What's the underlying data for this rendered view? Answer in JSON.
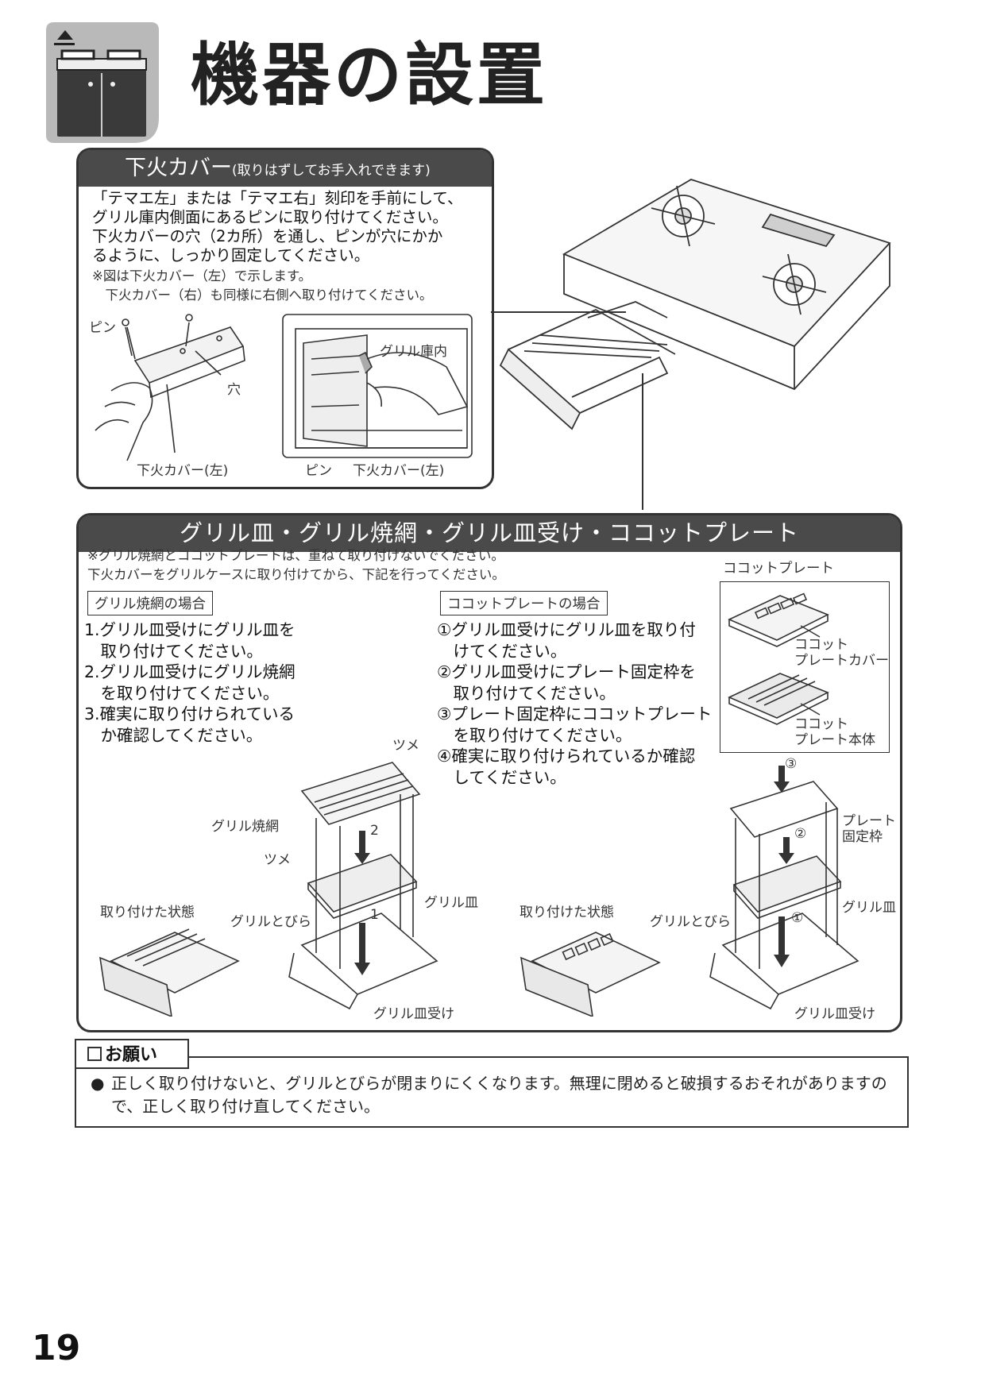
{
  "header": {
    "title": "機器の設置",
    "icon": "eject-triangle-stove-cabinet-icon"
  },
  "lower_burner_cover": {
    "heading": "下火カバー",
    "heading_note": "(取りはずしてお手入れできます)",
    "lines": [
      "「テマエ左」または「テマエ右」刻印を手前にして、",
      "グリル庫内側面にあるピンに取り付けてください。",
      "下火カバーの穴（2カ所）を通し、ピンが穴にかか",
      "るように、しっかり固定してください。"
    ],
    "notes": [
      "※図は下火カバー（左）で示します。",
      "　下火カバー（右）も同様に右側へ取り付けてください。"
    ],
    "labels": {
      "pin_left": "ピン",
      "hole": "穴",
      "cover_left_1": "下火カバー(左)",
      "grill_inside": "グリル庫内",
      "pin_bottom": "ピン",
      "cover_left_2": "下火カバー(左)"
    }
  },
  "grill_section": {
    "heading": "グリル皿・グリル焼網・グリル皿受け・ココットプレート",
    "notes": [
      "※グリル焼網とココットプレートは、重ねて取り付けないでください。",
      "下火カバーをグリルケースに取り付けてから、下記を行ってください。"
    ],
    "grill_net_case": {
      "subhead": "グリル焼網の場合",
      "steps": [
        "1.グリル皿受けにグリル皿を",
        "　取り付けてください。",
        "2.グリル皿受けにグリル焼網",
        "　を取り付けてください。",
        "3.確実に取り付けられている",
        "　か確認してください。"
      ],
      "labels": {
        "tsume_top": "ツメ",
        "grill_net": "グリル焼網",
        "tsume_side": "ツメ",
        "num_2": "2",
        "num_1": "1",
        "grill_tray": "グリル皿",
        "installed": "取り付けた状態",
        "grill_door": "グリルとびら",
        "tray_receiver": "グリル皿受け"
      }
    },
    "cocotte_case": {
      "subhead": "ココットプレートの場合",
      "steps": [
        "①グリル皿受けにグリル皿を取り付",
        "　けてください。",
        "②グリル皿受けにプレート固定枠を",
        "　取り付けてください。",
        "③プレート固定枠にココットプレート",
        "　を取り付けてください。",
        "④確実に取り付けられているか確認",
        "　してください。"
      ],
      "labels": {
        "cocotte_plate": "ココットプレート",
        "plate_cover_1": "ココット",
        "plate_cover_2": "プレートカバー",
        "plate_body_1": "ココット",
        "plate_body_2": "プレート本体",
        "num_3": "③",
        "num_2": "②",
        "num_1": "①",
        "frame_1": "プレート",
        "frame_2": "固定枠",
        "grill_tray": "グリル皿",
        "installed": "取り付けた状態",
        "grill_door": "グリルとびら",
        "tray_receiver": "グリル皿受け"
      }
    }
  },
  "request": {
    "tag": "お願い",
    "bullet": "●",
    "text": "正しく取り付けないと、グリルとびらが閉まりにくくなります。無理に閉めると破損するおそれがありますので、正しく取り付け直してください。"
  },
  "page_number": "19"
}
